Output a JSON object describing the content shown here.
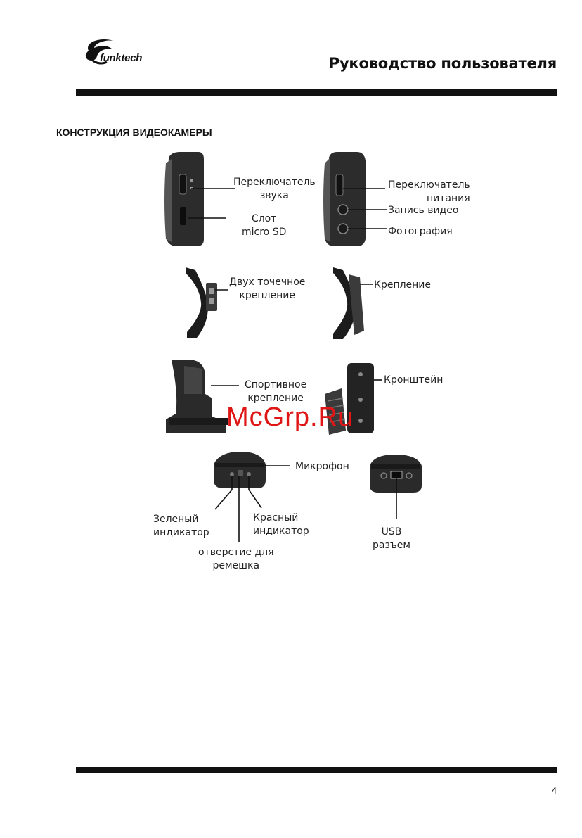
{
  "header": {
    "brand": "funktech",
    "title": "Руководство пользователя"
  },
  "section": {
    "heading": "КОНСТРУКЦИЯ ВИДЕОКАМЕРЫ"
  },
  "labels": {
    "sound_switch": [
      "Переключатель",
      "звука"
    ],
    "sd_slot": [
      "Слот",
      "micro SD"
    ],
    "power_switch": [
      "Переключатель",
      "питания"
    ],
    "record_video": "Запись видео",
    "photo": "Фотография",
    "two_point_mount": [
      "Двух точечное",
      "крепление"
    ],
    "mount": "Крепление",
    "sport_mount": [
      "Спортивное",
      "крепление"
    ],
    "bracket": "Кронштейн",
    "microphone": "Микрофон",
    "green_indicator": [
      "Зеленый",
      "индикатор"
    ],
    "red_indicator": [
      "Красный",
      "индикатор"
    ],
    "strap_hole": [
      "отверстие для",
      "ремешка"
    ],
    "usb_port": [
      "USB",
      "разъем"
    ]
  },
  "watermark": "McGrp.Ru",
  "footer": {
    "page_number": "4"
  }
}
